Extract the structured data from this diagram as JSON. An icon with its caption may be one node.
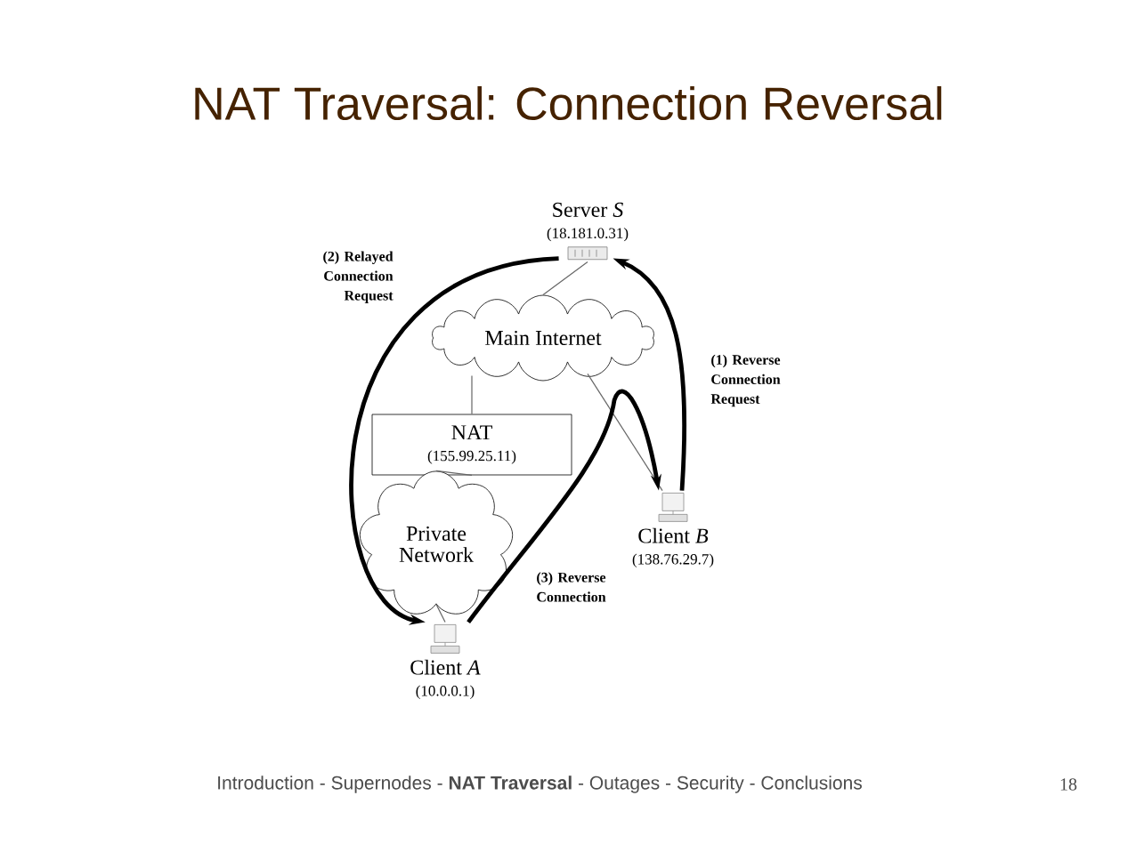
{
  "diagram": {
    "title": "NAT Traversal: Connection Reversal",
    "nodes": [
      {
        "text": [
          "Server *S*",
          "(18.181.0.31)"
        ]
      },
      {
        "text": [
          "Main Internet"
        ]
      },
      {
        "text": [
          "NAT",
          "(155.99.25.11)"
        ]
      },
      {
        "text": [
          "Private Network"
        ]
      },
      {
        "text": [
          "Client *A*",
          "(10.0.0.1)"
        ]
      },
      {
        "text": [
          "Client *B*",
          "(138.76.29.7)"
        ]
      }
    ],
    "edges": [
      {
        "from": 0,
        "to": 1,
        "arrow": "none"
      },
      {
        "from": 1,
        "to": 2,
        "arrow": "none"
      },
      {
        "from": 2,
        "to": 3,
        "arrow": "none"
      },
      {
        "from": 3,
        "to": 4,
        "arrow": "none"
      },
      {
        "from": 1,
        "to": 5,
        "arrow": "none"
      },
      {
        "from": 5,
        "to": 0,
        "arrow": "to",
        "style": "thick",
        "color": "#000000",
        "label": "(1) Reverse Connection Request"
      },
      {
        "from": 0,
        "to": 4,
        "arrow": "to",
        "style": "thick",
        "color": "#000000",
        "label": "(2) Relayed Connection Request"
      },
      {
        "from": 4,
        "to": 5,
        "arrow": "to",
        "style": "thick",
        "color": "#000000",
        "label": "(3) Reverse Connection"
      }
    ],
    "labels": [
      "Introduction - Supernodes - **NAT Traversal** - Outages - Security - Conclusions",
      "18"
    ]
  }
}
